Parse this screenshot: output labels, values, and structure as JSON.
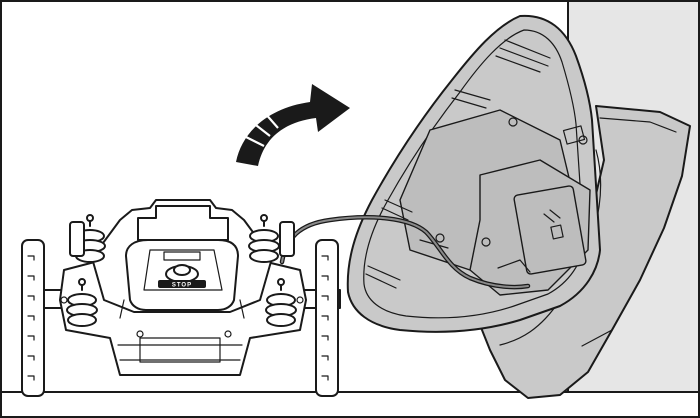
{
  "illustration": {
    "subject": "Robotic lawn mower with body cover tilted up against a wall",
    "mower": {
      "stop_button_label": "STOP"
    },
    "arrow": {
      "meaning": "rotate-body-upward",
      "icon": "curved-arrow-right"
    },
    "colors": {
      "line": "#1a1a1a",
      "body_fill": "#c9c9c9",
      "wall_fill": "#e6e6e6",
      "background": "#ffffff",
      "arrow_fill": "#1a1a1a"
    }
  }
}
